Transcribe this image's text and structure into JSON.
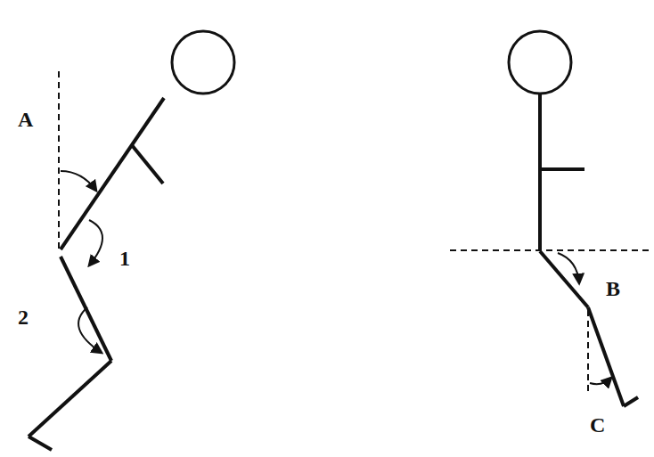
{
  "diagram": {
    "labels": [
      "A",
      "1",
      "2",
      "B",
      "C"
    ]
  }
}
